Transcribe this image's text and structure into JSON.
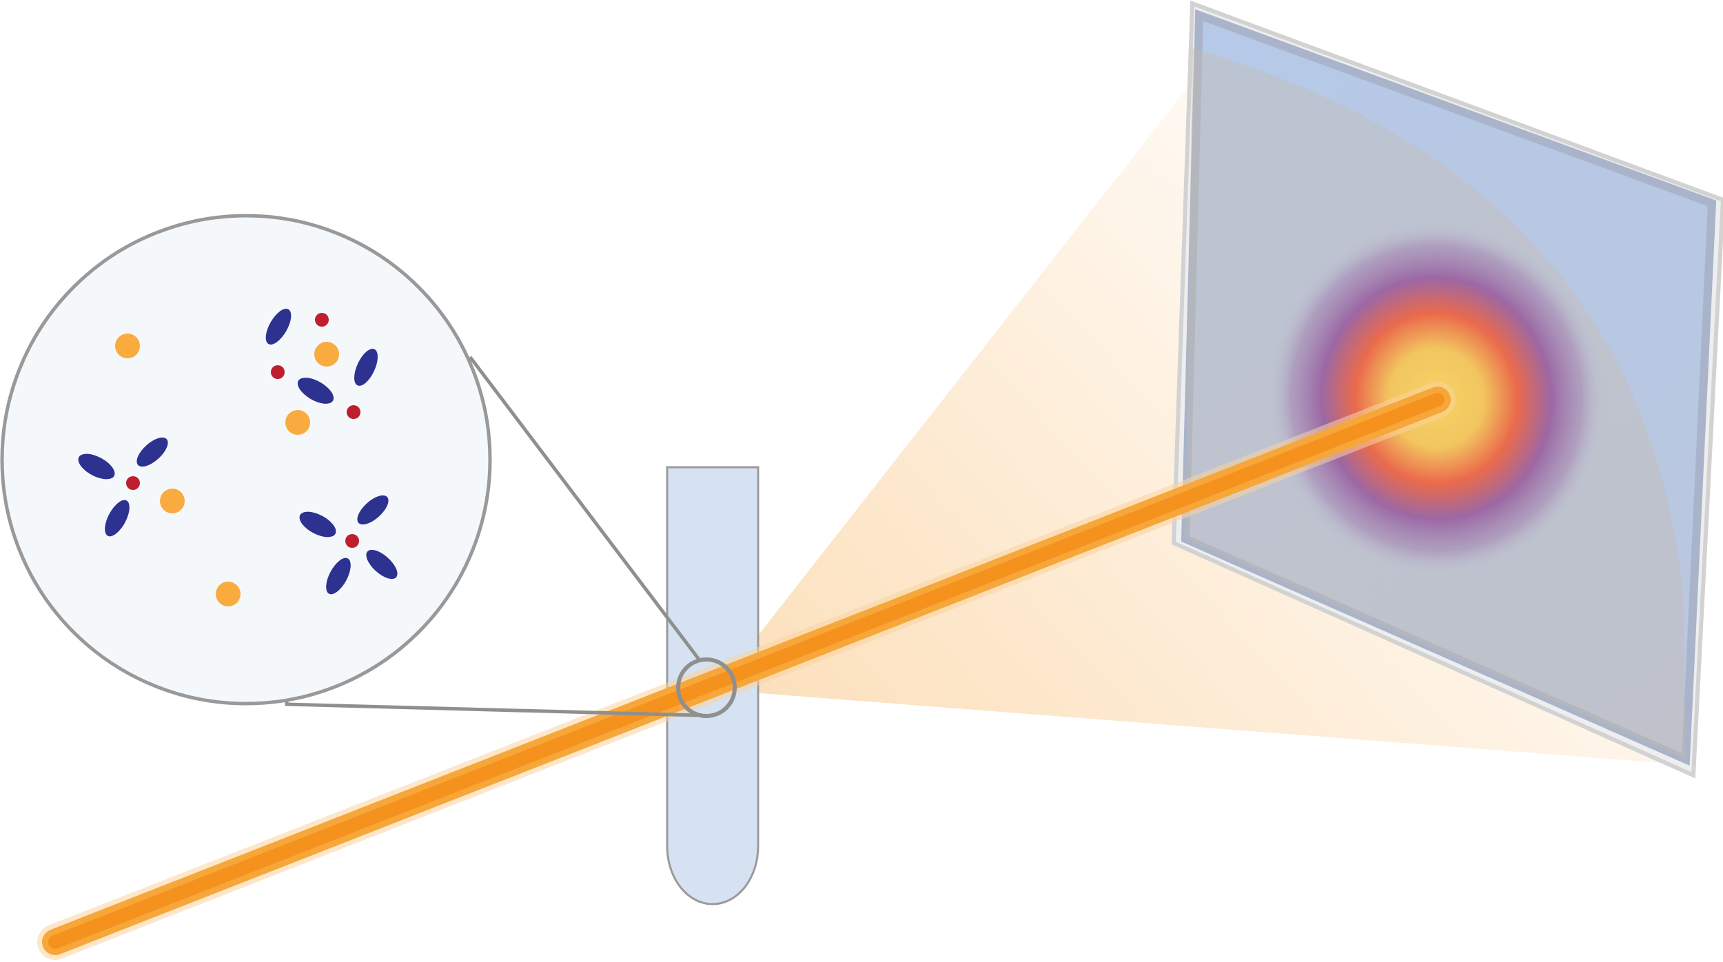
{
  "diagram": {
    "colors": {
      "background": "#ffffff",
      "beam": "#f5931f",
      "beam_edge": "#fbc98a",
      "scatter_cone": "#f8b35a",
      "zoom_circle_fill": "#f5f8fb",
      "zoom_circle_stroke": "#999999",
      "sample_tube_fill": "#d6e2f2",
      "sample_tube_stroke": "#9a9a9a",
      "detector_fill": "#b5c8e6",
      "detector_frame": "#c9c9c9",
      "pattern_center": "#f5d466",
      "pattern_ring_inner": "#ea6a4c",
      "pattern_ring_outer": "#9c68a4",
      "molecule_lobes": "#2d3190",
      "ion_small": "#bf1e2e",
      "particle_large": "#f9ab3f"
    },
    "elements": [
      "incident-beam",
      "sample-tube",
      "zoom-inset",
      "scattering-cone",
      "detector-screen",
      "scattering-pattern"
    ]
  }
}
